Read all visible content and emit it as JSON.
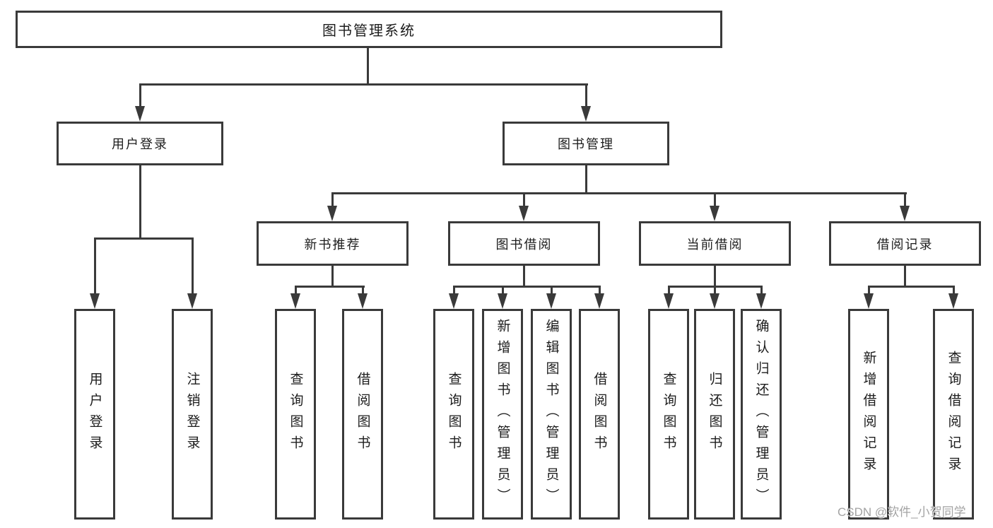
{
  "diagram": {
    "title": "图书管理系统",
    "tree": {
      "label": "图书管理系统",
      "children": [
        {
          "label": "用户登录",
          "children": [
            {
              "label": "用户登录"
            },
            {
              "label": "注销登录"
            }
          ]
        },
        {
          "label": "图书管理",
          "children": [
            {
              "label": "新书推荐",
              "children": [
                {
                  "label": "查询图书"
                },
                {
                  "label": "借阅图书"
                }
              ]
            },
            {
              "label": "图书借阅",
              "children": [
                {
                  "label": "查询图书"
                },
                {
                  "label": "新增图书（管理员）"
                },
                {
                  "label": "编辑图书（管理员）"
                },
                {
                  "label": "借阅图书"
                }
              ]
            },
            {
              "label": "当前借阅",
              "children": [
                {
                  "label": "查询图书"
                },
                {
                  "label": "归还图书"
                },
                {
                  "label": "确认归还（管理员）"
                }
              ]
            },
            {
              "label": "借阅记录",
              "children": [
                {
                  "label": "新增借阅记录"
                },
                {
                  "label": "查询借阅记录"
                }
              ]
            }
          ]
        }
      ]
    }
  },
  "watermark": {
    "text": "CSDN @软件_小贺同学"
  },
  "colors": {
    "line": "#3a3a3a",
    "text": "#1c1c1c",
    "background": "#ffffff",
    "watermark": "#9e9e9e"
  }
}
